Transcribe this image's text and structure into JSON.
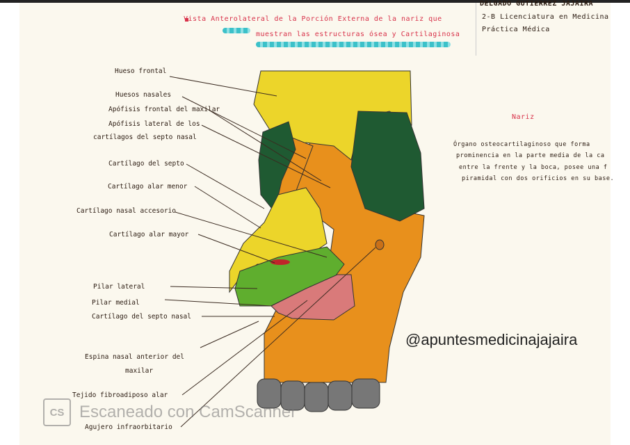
{
  "header": {
    "title_line1": "Vista Anterolateral de la Porción Externa de la nariz que",
    "title_line2": "muestran las estructuras ósea y Cartilaginosa",
    "author": "DELGADO GUTIERREZ JAJAIRA",
    "class": "2-B  Licenciatura en Medicina",
    "course": "Práctica Médica"
  },
  "definition": {
    "heading": "Nariz",
    "lines": [
      "Órgano osteocartilaginoso que forma",
      "prominencia en la parte media de la ca",
      "entre la frente y la boca, posee una f",
      "piramidal con dos orificios en su base."
    ]
  },
  "labels": [
    "Hueso frontal",
    "Huesos nasales",
    "Apófisis frontal del maxilar",
    "Apófisis lateral de los",
    "cartílagos del septo nasal",
    "Cartílago del septo",
    "Cartílago alar menor",
    "Cartílago nasal accesorio",
    "Cartílago alar mayor",
    "Pilar lateral",
    "Pilar medial",
    "Cartílago del septo nasal",
    "Espina nasal anterior del",
    "maxilar",
    "Tejido fibroadiposo alar",
    "Agujero infraorbitario"
  ],
  "watermark": {
    "handle": "@apuntesmedicinajajaira",
    "scanner": "Escaneado con CamScanner",
    "scanner_logo": "CS"
  },
  "colors": {
    "paper": "#fbf8ee",
    "bone_yellow": "#ecd52a",
    "maxilla_orange": "#e8901c",
    "orbit_green": "#1f5a32",
    "alar_green": "#5fae2e",
    "fibro_pink": "#d97a7a",
    "teeth_gray": "#777777",
    "title_red": "#d8324a"
  }
}
